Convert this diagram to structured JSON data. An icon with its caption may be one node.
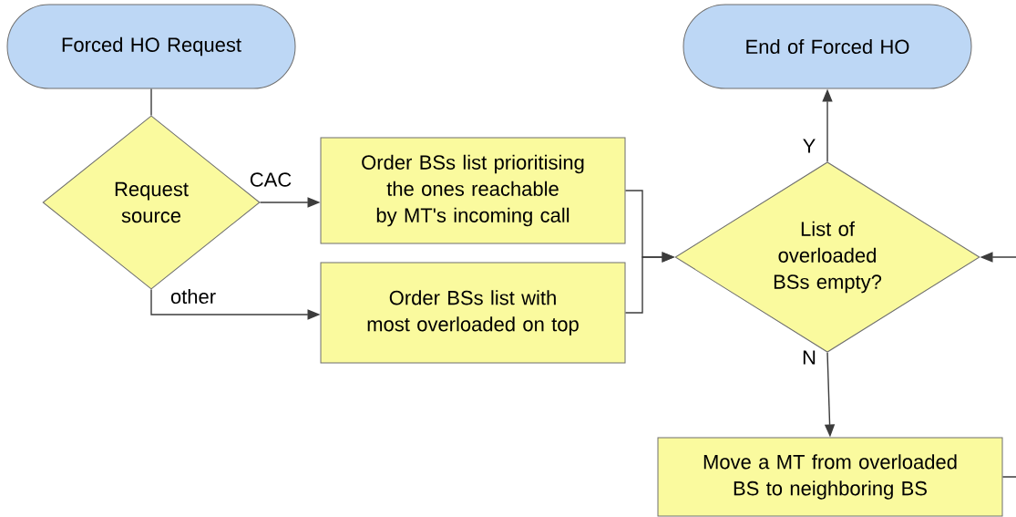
{
  "diagram": {
    "nodes": [
      {
        "text": [
          "Forced HO Request"
        ]
      },
      {
        "text": [
          "Request source"
        ]
      },
      {
        "text": [
          "Order BSs list prioritising the ones reachable by MT's incoming call"
        ]
      },
      {
        "text": [
          "Order BSs list with most overloaded on top"
        ]
      },
      {
        "text": [
          "End of Forced HO"
        ]
      },
      {
        "text": [
          "List of overloaded BSs empty?"
        ]
      },
      {
        "text": [
          "Move a MT from overloaded BS to neighboring BS"
        ]
      }
    ],
    "edges": [
      {
        "from": 0,
        "to": 1,
        "arrow": "none"
      },
      {
        "from": 1,
        "to": 2,
        "arrow": "to",
        "label": "CAC"
      },
      {
        "from": 1,
        "to": 3,
        "arrow": "to",
        "label": "other"
      },
      {
        "from": 2,
        "to": 5,
        "arrow": "to"
      },
      {
        "from": 3,
        "to": 5,
        "arrow": "to"
      },
      {
        "from": 5,
        "to": 4,
        "arrow": "to",
        "label": "Y"
      },
      {
        "from": 5,
        "to": 6,
        "arrow": "to",
        "label": "N"
      },
      {
        "from": 6,
        "to": 5,
        "arrow": "to"
      }
    ]
  }
}
